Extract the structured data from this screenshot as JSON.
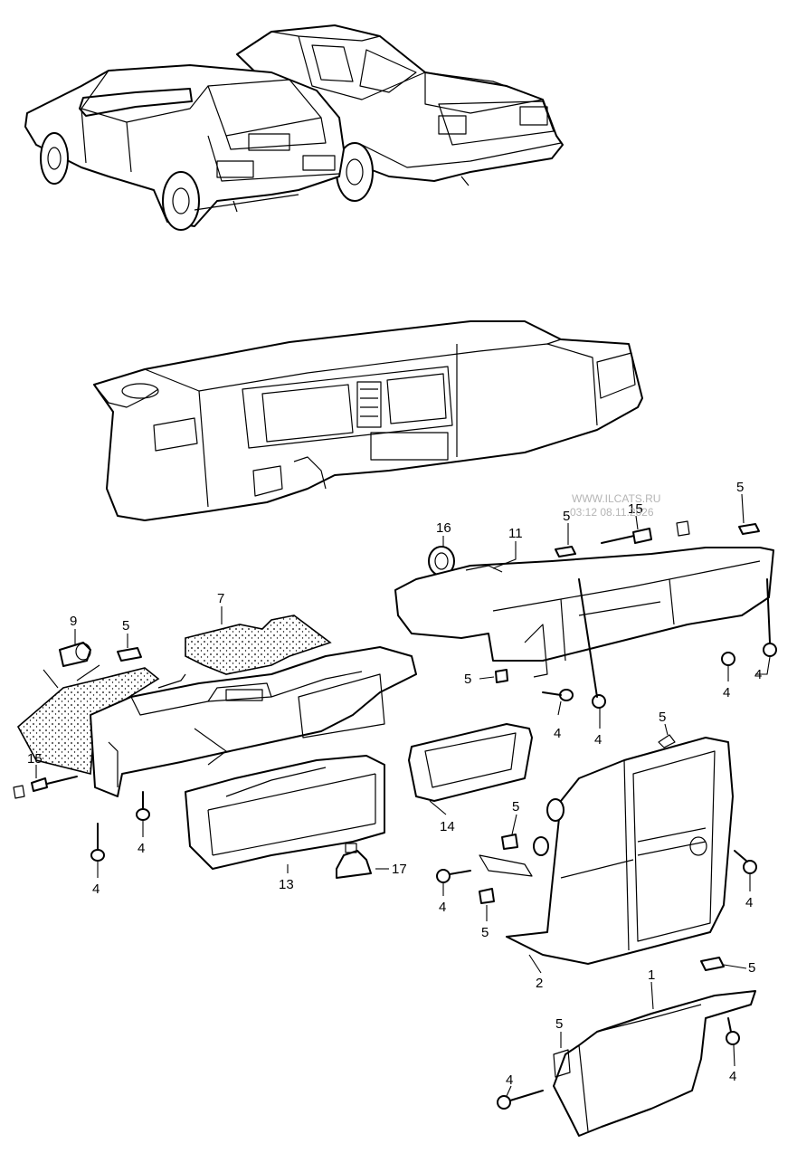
{
  "watermark": {
    "line1": "WWW.ILCATS.RU",
    "line2": "03:12 08.11.2026"
  },
  "callouts": [
    {
      "id": "c16",
      "text": "16"
    },
    {
      "id": "c11",
      "text": "11"
    },
    {
      "id": "c15a",
      "text": "15"
    },
    {
      "id": "c5a",
      "text": "5"
    },
    {
      "id": "c5b",
      "text": "5"
    },
    {
      "id": "c9",
      "text": "9"
    },
    {
      "id": "c5c",
      "text": "5"
    },
    {
      "id": "c7",
      "text": "7"
    },
    {
      "id": "c5d",
      "text": "5"
    },
    {
      "id": "c4a",
      "text": "4"
    },
    {
      "id": "c4b",
      "text": "4"
    },
    {
      "id": "c4c",
      "text": "4"
    },
    {
      "id": "c4d",
      "text": "4"
    },
    {
      "id": "c15b",
      "text": "15"
    },
    {
      "id": "c4e",
      "text": "4"
    },
    {
      "id": "c4f",
      "text": "4"
    },
    {
      "id": "c14",
      "text": "14"
    },
    {
      "id": "c13",
      "text": "13"
    },
    {
      "id": "c17",
      "text": "17"
    },
    {
      "id": "c5e",
      "text": "5"
    },
    {
      "id": "c5f",
      "text": "5"
    },
    {
      "id": "c4g",
      "text": "4"
    },
    {
      "id": "c5g",
      "text": "5"
    },
    {
      "id": "c4h",
      "text": "4"
    },
    {
      "id": "c2",
      "text": "2"
    },
    {
      "id": "c5h",
      "text": "5"
    },
    {
      "id": "c1",
      "text": "1"
    },
    {
      "id": "c5i",
      "text": "5"
    },
    {
      "id": "c4i",
      "text": "4"
    },
    {
      "id": "c4j",
      "text": "4"
    }
  ]
}
